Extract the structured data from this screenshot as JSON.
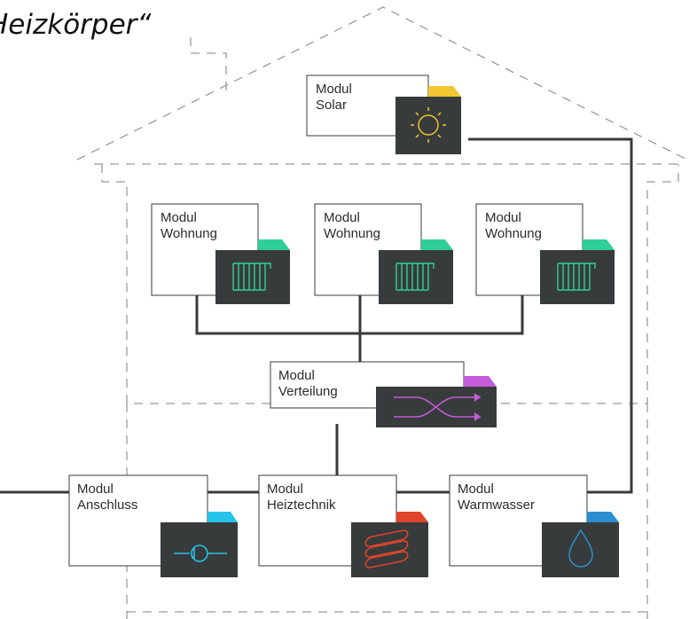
{
  "title": "Heizkörper“",
  "modules": {
    "solar": {
      "line1": "Modul",
      "line2": "Solar",
      "accent": "#f2c62e"
    },
    "wohnung1": {
      "line1": "Modul",
      "line2": "Wohnung",
      "accent": "#2fcf9a"
    },
    "wohnung2": {
      "line1": "Modul",
      "line2": "Wohnung",
      "accent": "#2fcf9a"
    },
    "wohnung3": {
      "line1": "Modul",
      "line2": "Wohnung",
      "accent": "#2fcf9a"
    },
    "verteilung": {
      "line1": "Modul",
      "line2": "Verteilung",
      "accent": "#c45bd8"
    },
    "anschluss": {
      "line1": "Modul",
      "line2": "Anschluss",
      "accent": "#25c3e8"
    },
    "heiztechnik": {
      "line1": "Modul",
      "line2": "Heiztechnik",
      "accent": "#e0452c"
    },
    "warmwasser": {
      "line1": "Modul",
      "line2": "Warmwasser",
      "accent": "#2a8fd0"
    }
  },
  "icons": {
    "solar": "sun-icon",
    "wohnung": "radiator-icon",
    "verteilung": "crossing-arrows-icon",
    "anschluss": "pipe-connection-icon",
    "heiztechnik": "flame-layers-icon",
    "warmwasser": "water-drop-icon"
  }
}
